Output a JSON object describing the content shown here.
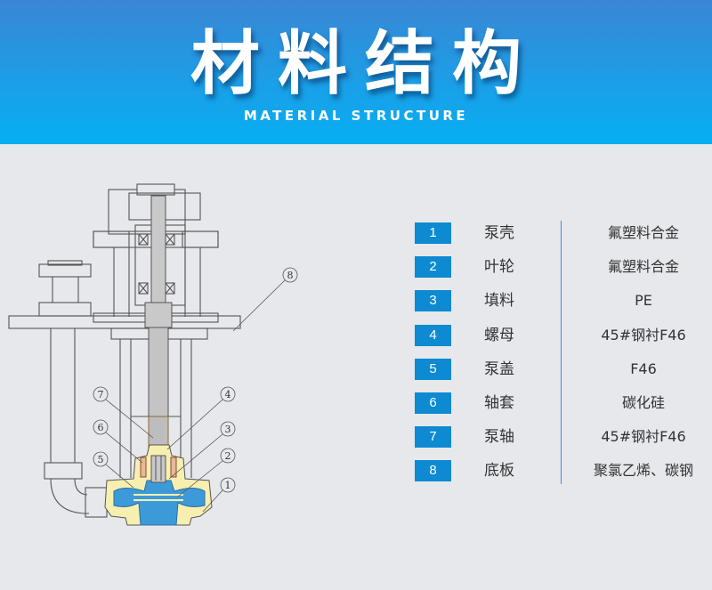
{
  "header": {
    "title": "材料结构",
    "subtitle": "MATERIAL STRUCTURE"
  },
  "colors": {
    "banner_top": "#3a86d4",
    "banner_bottom": "#06aef2",
    "badge": "#0d8ad1",
    "divider": "#3a8fd0",
    "background": "#e7e8ec",
    "casing_yellow": "#f6efb0",
    "impeller_blue": "#3d9ad8"
  },
  "diagram": {
    "callouts": [
      "1",
      "2",
      "3",
      "4",
      "5",
      "6",
      "7",
      "8"
    ]
  },
  "legend": {
    "items": [
      {
        "number": "1",
        "part": "泵壳",
        "material": "氟塑料合金"
      },
      {
        "number": "2",
        "part": "叶轮",
        "material": "氟塑料合金"
      },
      {
        "number": "3",
        "part": "填料",
        "material": "PE"
      },
      {
        "number": "4",
        "part": "螺母",
        "material": "45#钢衬F46"
      },
      {
        "number": "5",
        "part": "泵盖",
        "material": "F46"
      },
      {
        "number": "6",
        "part": "轴套",
        "material": "碳化硅"
      },
      {
        "number": "7",
        "part": "泵轴",
        "material": "45#钢衬F46"
      },
      {
        "number": "8",
        "part": "底板",
        "material": "聚氯乙烯、碳钢"
      }
    ]
  }
}
